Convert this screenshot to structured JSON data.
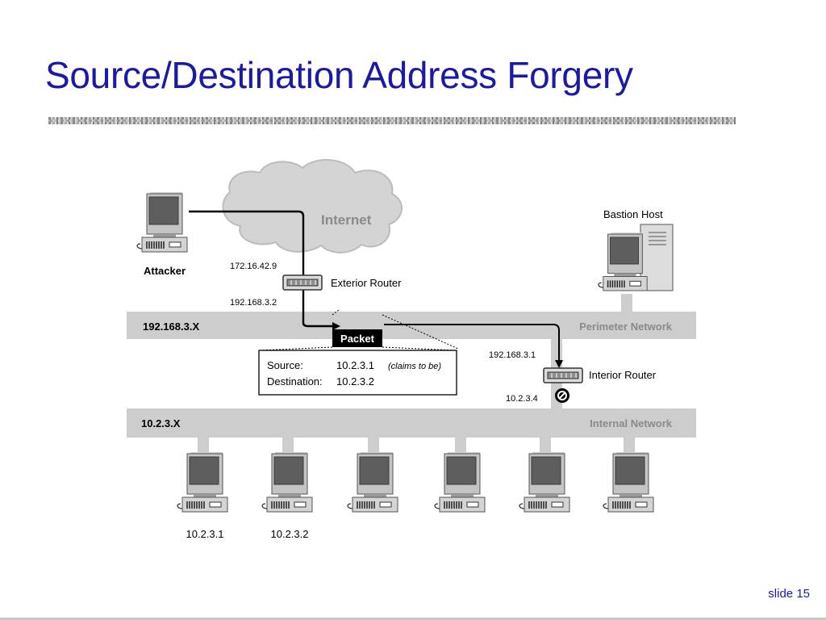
{
  "slide": {
    "title": "Source/Destination Address Forgery",
    "number_label": "slide 15"
  },
  "diagram": {
    "internet_label": "Internet",
    "attacker_label": "Attacker",
    "bastion_label": "Bastion Host",
    "exterior_router": {
      "label": "Exterior Router",
      "outer_ip": "172.16.42.9",
      "inner_ip": "192.168.3.2"
    },
    "interior_router": {
      "label": "Interior Router",
      "outer_ip": "192.168.3.1",
      "inner_ip": "10.2.3.4"
    },
    "perimeter_network": {
      "address": "192.168.3.X",
      "label": "Perimeter Network"
    },
    "internal_network": {
      "address": "10.2.3.X",
      "label": "Internal Network"
    },
    "packet": {
      "label": "Packet",
      "source_key": "Source:",
      "source_value": "10.2.3.1",
      "source_note": "(claims to be)",
      "destination_key": "Destination:",
      "destination_value": "10.2.3.2"
    },
    "hosts": [
      {
        "label": "10.2.3.1"
      },
      {
        "label": "10.2.3.2"
      },
      {
        "label": ""
      },
      {
        "label": ""
      },
      {
        "label": ""
      },
      {
        "label": ""
      }
    ]
  }
}
